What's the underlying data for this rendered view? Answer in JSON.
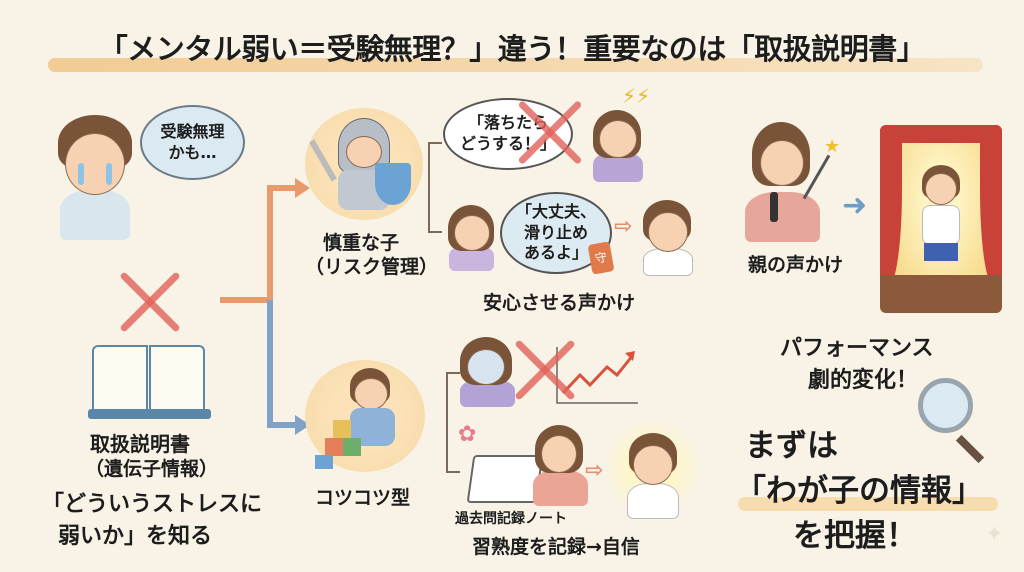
{
  "title": "「メンタル弱い＝受験無理？」違う！重要なのは「取扱説明書」",
  "left": {
    "thought": [
      "受験無理",
      "かも…"
    ],
    "manual_label": "取扱説明書",
    "manual_sub": "（遺伝子情報）",
    "know_line1": "「どういうストレスに",
    "know_line2": "弱いか」を知る"
  },
  "careful": {
    "label": "慎重な子",
    "sub": "（リスク管理）",
    "bad_bubble": [
      "「落ちたら",
      "どうする！」"
    ],
    "good_bubble": [
      "「大丈夫、",
      "滑り止め",
      "あるよ」"
    ],
    "caption": "安心させる声かけ",
    "amulet": "守"
  },
  "steady": {
    "label": "コツコツ型",
    "note_label": "過去問記録ノート",
    "caption": "習熟度を記録→自信"
  },
  "right": {
    "parent_label": "親の声かけ",
    "perf1": "パフォーマンス",
    "perf2": "劇的変化！",
    "cta1": "まずは",
    "cta2": "「わが子の情報」",
    "cta3": "を把握！"
  }
}
